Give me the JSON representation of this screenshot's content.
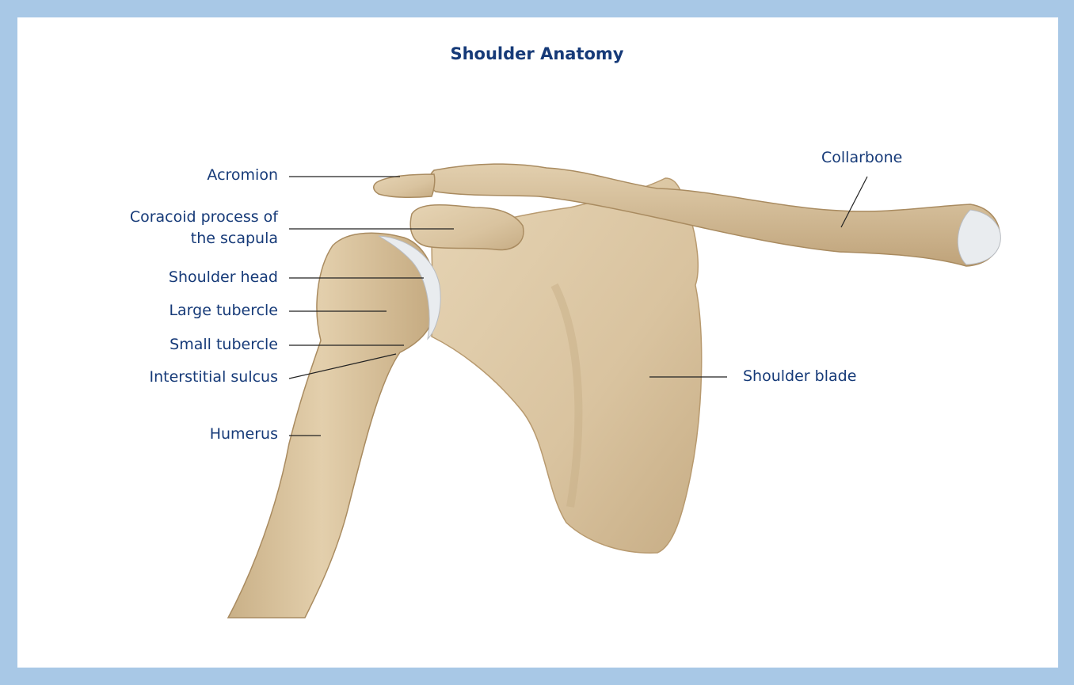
{
  "title": "Shoulder Anatomy",
  "labels": {
    "acromion": "Acromion",
    "coracoid_line1": "Coracoid process of",
    "coracoid_line2": "the scapula",
    "shoulder_head": "Shoulder head",
    "large_tubercle": "Large tubercle",
    "small_tubercle": "Small tubercle",
    "interstitial_sulcus": "Interstitial sulcus",
    "humerus": "Humerus",
    "collarbone": "Collarbone",
    "shoulder_blade": "Shoulder blade"
  },
  "colors": {
    "frame": "#a8c8e6",
    "label_text": "#163a78",
    "bone": "#dcc7a4",
    "bone_shadow": "#b89f78",
    "cartilage": "#e9ecef"
  }
}
